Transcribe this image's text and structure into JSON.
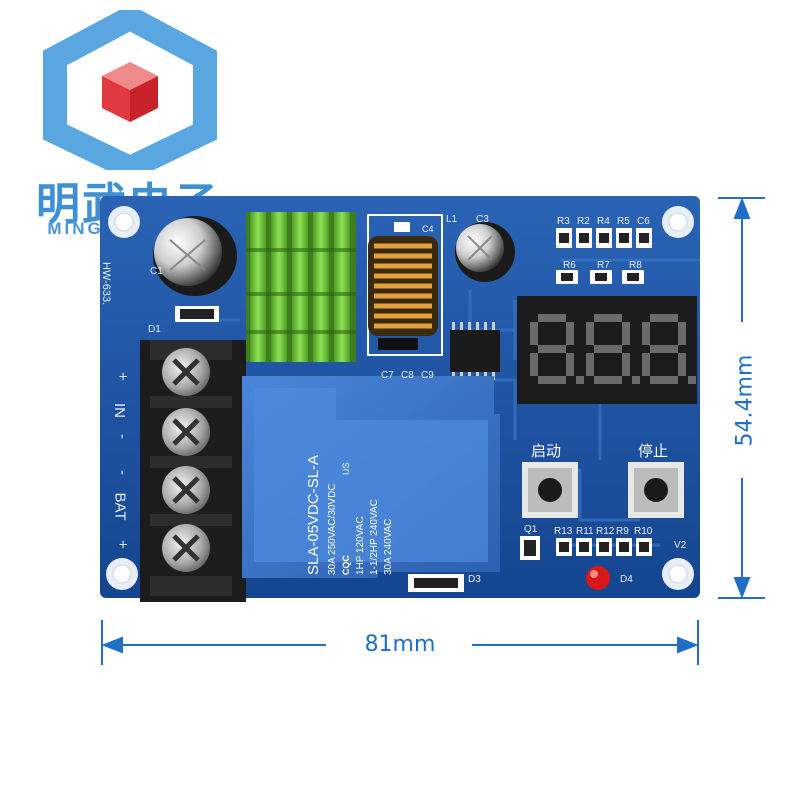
{
  "brand": {
    "chinese_name": "明武电子",
    "english_name": "MINGWUDIANZI"
  },
  "board": {
    "model": "HW-633.",
    "terminal_labels": [
      "+",
      "IN",
      "-",
      "-",
      "BAT",
      "+"
    ],
    "relay": {
      "model": "SLA-05VDC-SL-A",
      "rating_1": "30A 250VAC/30VDC",
      "rating_2": "1HP 120VAC",
      "rating_3": "1-1/2HP 240VAC",
      "rating_4": "30A 240VAC",
      "cqc": "CQC",
      "us_mark": "US"
    },
    "display_digits": "8.8.8.",
    "buttons": {
      "start": "启动",
      "stop": "停止"
    },
    "designators": {
      "d1": "D1",
      "c1": "C1",
      "l1": "L1",
      "c3": "C3",
      "c4": "C4",
      "r3": "R3",
      "r2": "R2",
      "r4": "R4",
      "r5": "R5",
      "c6": "C6",
      "r6": "R6",
      "r7": "R7",
      "r8": "R8",
      "c7": "C7",
      "c8": "C8",
      "c9": "C9",
      "q1": "Q1",
      "r13": "R13",
      "r11": "R11",
      "r12": "R12",
      "r9": "R9",
      "r10": "R10",
      "v2": "V2",
      "d3": "D3",
      "d4": "D4"
    }
  },
  "dimensions": {
    "width": "81mm",
    "height": "54.4mm"
  },
  "colors": {
    "pcb": "#1c50a0",
    "relay": "#3a72c8",
    "heatsink": "#6bc23a",
    "dimension": "#1f6fc7"
  }
}
